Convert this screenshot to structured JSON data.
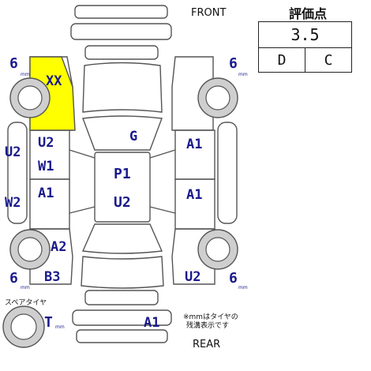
{
  "labels": {
    "front": "FRONT",
    "rear": "REAR",
    "spare_tire": "スペアタイヤ",
    "note_line1": "※mmはタイヤの",
    "note_line2": "残溝表示です"
  },
  "grade": {
    "title": "評価点",
    "score": "3.5",
    "interior": "D",
    "exterior": "C"
  },
  "tires": {
    "front_left": {
      "value": "6",
      "unit": "mm"
    },
    "front_right": {
      "value": "6",
      "unit": "mm"
    },
    "rear_left": {
      "value": "6",
      "unit": "mm"
    },
    "rear_right": {
      "value": "6",
      "unit": "mm"
    },
    "spare": {
      "value": "T",
      "unit": "mm"
    }
  },
  "damage_codes": {
    "front_left_fender": "XX",
    "left_front_pillar": "U2",
    "left_front_door_1": "U2",
    "left_front_door_2": "W1",
    "left_rear_pillar": "W2",
    "left_rear_door": "A1",
    "left_rear_quarter": "A2",
    "left_rear_bumper": "B3",
    "windshield": "G",
    "roof_1": "P1",
    "roof_2": "U2",
    "right_front_door": "A1",
    "right_rear_door": "A1",
    "right_rear_quarter": "U2",
    "rear_bumper": "A1"
  },
  "colors": {
    "outline": "#555555",
    "code_text": "#1a1a8c",
    "highlight": "#ffff00"
  }
}
